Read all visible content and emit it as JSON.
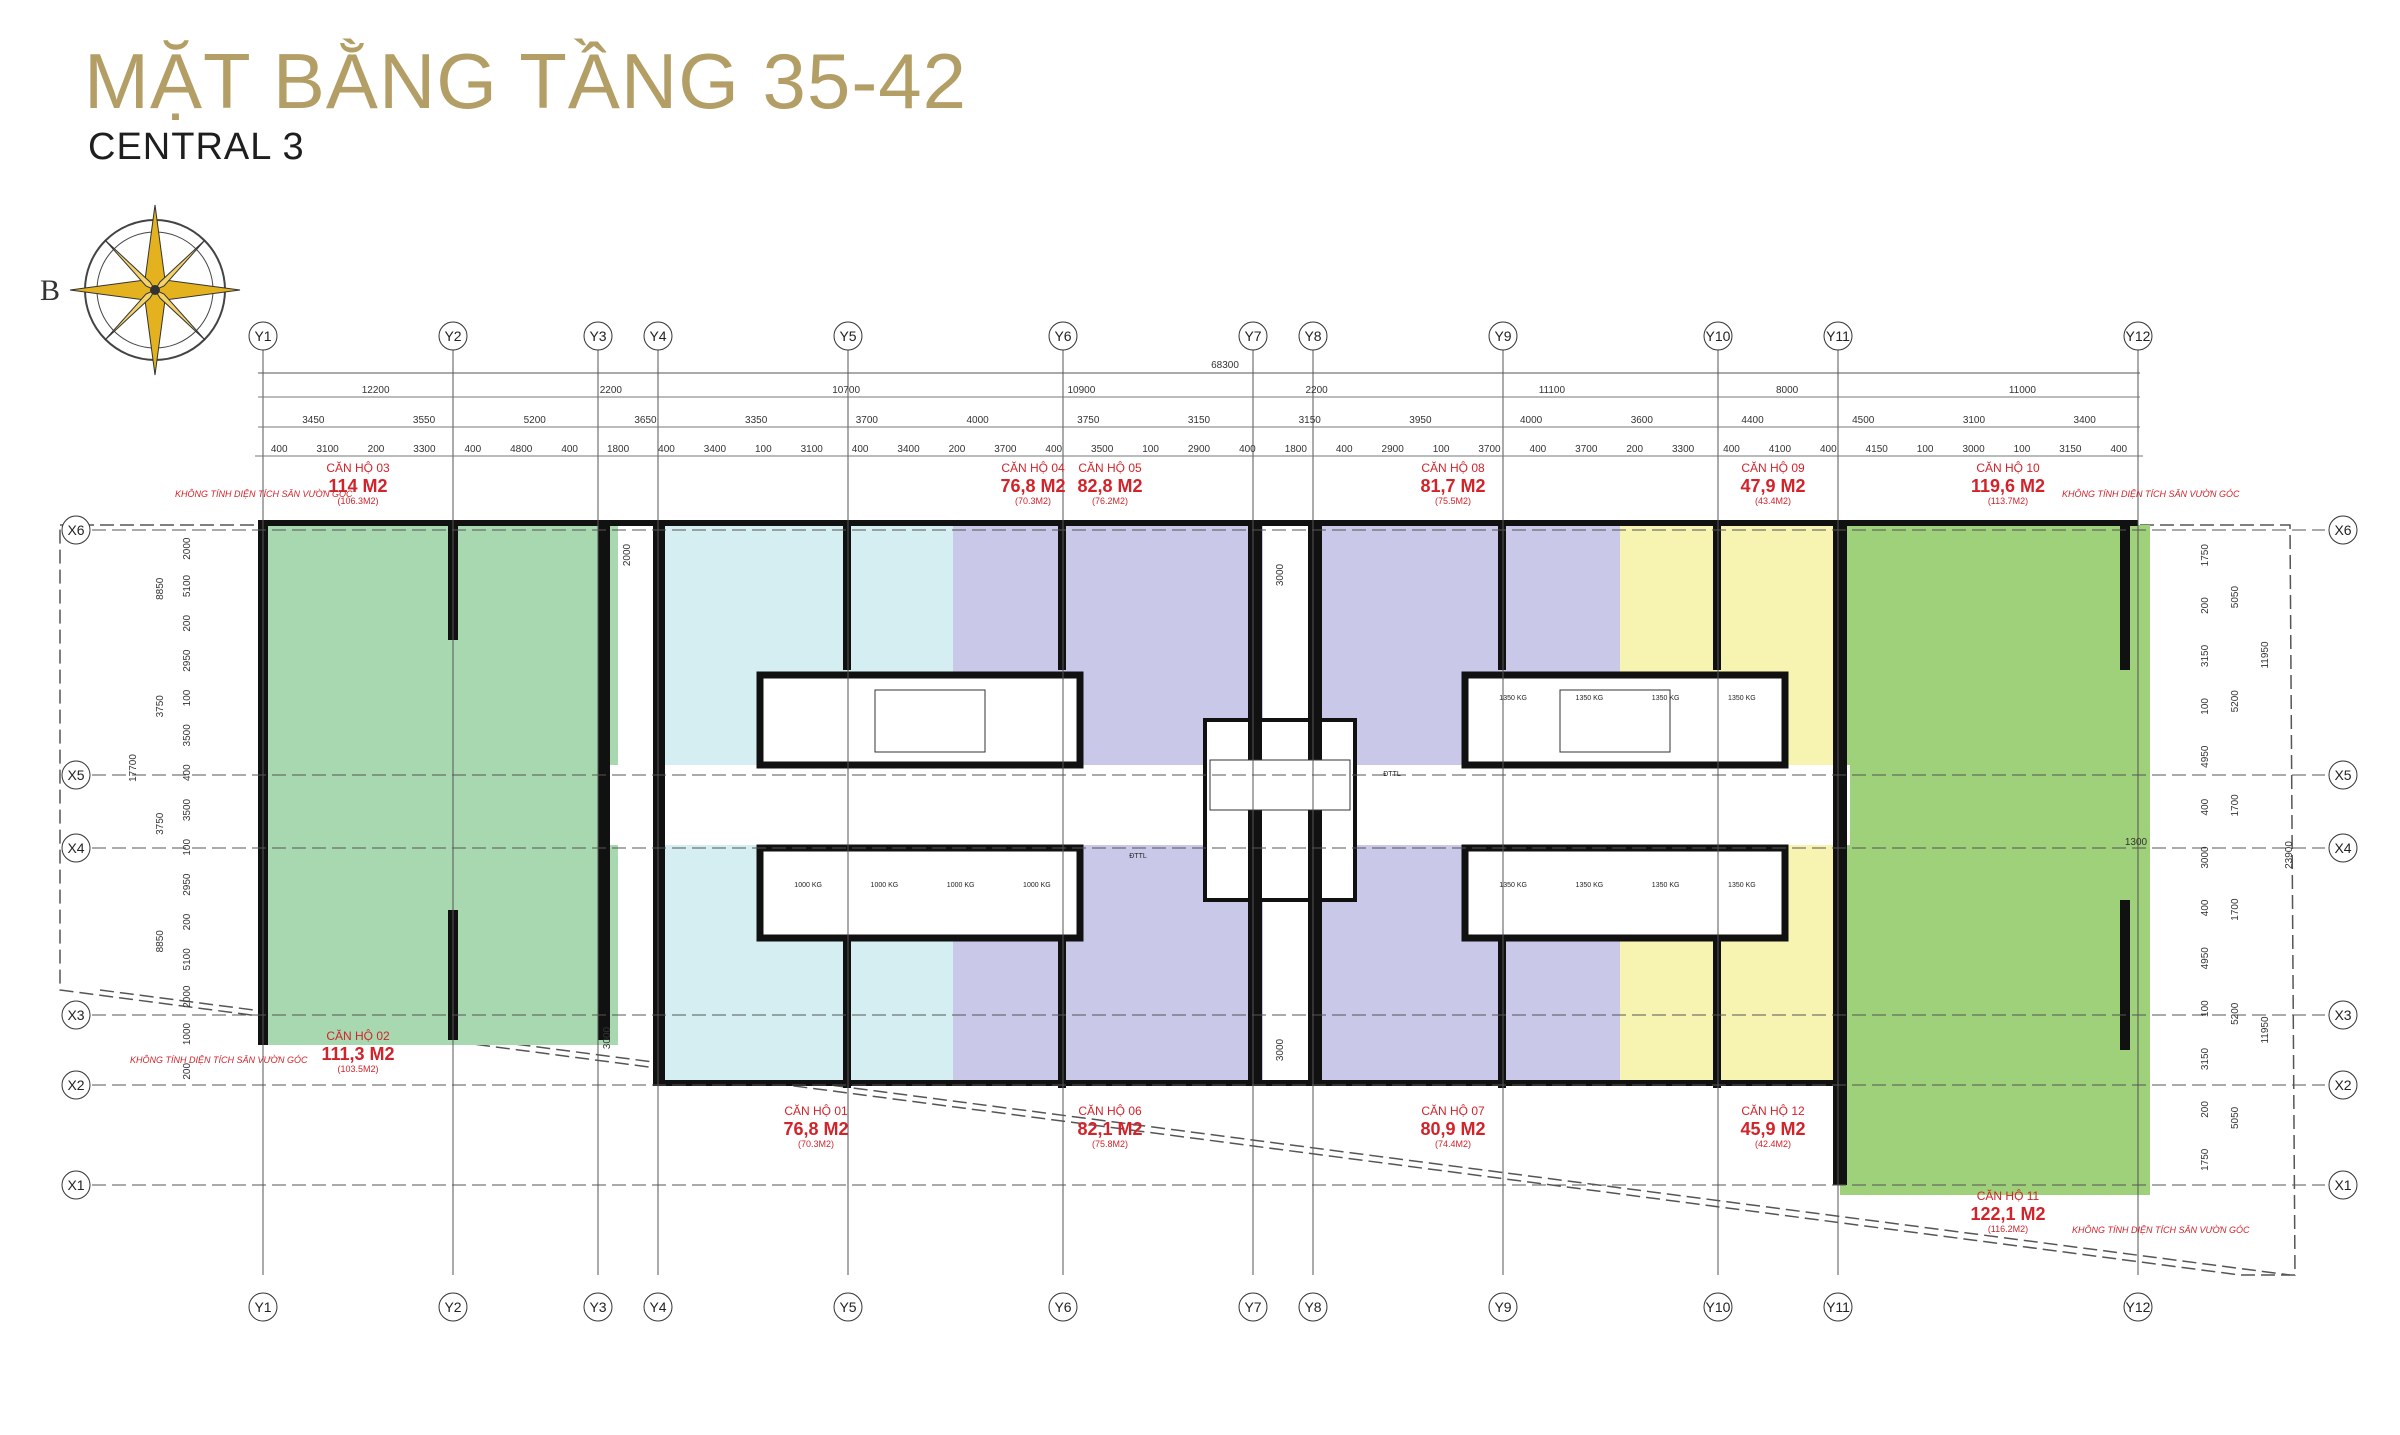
{
  "header": {
    "title": "MẶT BẰNG TẦNG 35-42",
    "subtitle": "CENTRAL 3"
  },
  "compass": {
    "letter": "B",
    "color_gold": "#e3b21e"
  },
  "colors": {
    "green_dark": "#a8d8b0",
    "blue": "#d4eef2",
    "lavender": "#c9c8e8",
    "yellow": "#f7f3b0",
    "green_light": "#9fd07a",
    "red": "#d2232a",
    "title_gold": "#b39e66"
  },
  "axes": {
    "y": [
      "Y1",
      "Y2",
      "Y3",
      "Y4",
      "Y5",
      "Y6",
      "Y7",
      "Y8",
      "Y9",
      "Y10",
      "Y11",
      "Y12"
    ],
    "x": [
      "X6",
      "X5",
      "X4",
      "X3",
      "X2",
      "X1"
    ]
  },
  "dimensions": {
    "total": "68300",
    "row1": [
      "12200",
      "2200",
      "10700",
      "10900",
      "2200",
      "11100",
      "8000",
      "11000"
    ],
    "row2": [
      "3450",
      "3550",
      "5200",
      "3650",
      "3350",
      "3700",
      "4000",
      "3750",
      "3150",
      "3150",
      "3950",
      "4000",
      "3600",
      "4400",
      "4500",
      "3100",
      "3400"
    ],
    "row3": [
      "400",
      "3100",
      "200",
      "3300",
      "400",
      "4800",
      "400",
      "1800",
      "400",
      "3400",
      "100",
      "3100",
      "400",
      "3400",
      "200",
      "3700",
      "400",
      "3500",
      "100",
      "2900",
      "400",
      "1800",
      "400",
      "2900",
      "100",
      "3700",
      "400",
      "3700",
      "200",
      "3300",
      "400",
      "4100",
      "400",
      "4150",
      "100",
      "3000",
      "100",
      "3150",
      "400"
    ],
    "left1": [
      "8850",
      "3750",
      "3750",
      "8850"
    ],
    "left2": [
      "2000",
      "5100",
      "200",
      "2950",
      "100",
      "3500",
      "400",
      "3500",
      "100",
      "2950",
      "200",
      "5100",
      "2000",
      "1000",
      "200"
    ],
    "left_total": "17700",
    "right1": [
      "1750",
      "200",
      "3150",
      "100",
      "4950",
      "400",
      "3000",
      "400",
      "4950",
      "100",
      "3150",
      "200",
      "1750"
    ],
    "right2": [
      "5050",
      "5200",
      "1700",
      "1700",
      "5200",
      "5050"
    ],
    "right_total1": "11950",
    "right_total2": "23900",
    "right_total3": "11950",
    "misc": [
      "2000",
      "3000",
      "3000",
      "1300",
      "3000"
    ]
  },
  "apartments": [
    {
      "name": "CĂN HỘ 03",
      "area": "114 M2",
      "sub": "(106.3M2)"
    },
    {
      "name": "CĂN HỘ 04",
      "area": "76,8 M2",
      "sub": "(70.3M2)"
    },
    {
      "name": "CĂN HỘ 05",
      "area": "82,8 M2",
      "sub": "(76.2M2)"
    },
    {
      "name": "CĂN HỘ 08",
      "area": "81,7 M2",
      "sub": "(75.5M2)"
    },
    {
      "name": "CĂN HỘ 09",
      "area": "47,9 M2",
      "sub": "(43.4M2)"
    },
    {
      "name": "CĂN HỘ 10",
      "area": "119,6 M2",
      "sub": "(113.7M2)"
    },
    {
      "name": "CĂN HỘ 02",
      "area": "111,3 M2",
      "sub": "(103.5M2)"
    },
    {
      "name": "CĂN HỘ 01",
      "area": "76,8 M2",
      "sub": "(70.3M2)"
    },
    {
      "name": "CĂN HỘ 06",
      "area": "82,1 M2",
      "sub": "(75.8M2)"
    },
    {
      "name": "CĂN HỘ 07",
      "area": "80,9 M2",
      "sub": "(74.4M2)"
    },
    {
      "name": "CĂN HỘ 12",
      "area": "45,9 M2",
      "sub": "(42.4M2)"
    },
    {
      "name": "CĂN HỘ 11",
      "area": "122,1 M2",
      "sub": "(116.2M2)"
    }
  ],
  "notes": {
    "garden_note": "KHÔNG TÍNH DIỆN TÍCH SÂN VƯỜN GÓC"
  },
  "lifts": {
    "upper_right": [
      "1350 KG",
      "1350 KG",
      "1350 KG",
      "1350 KG"
    ],
    "lower_left": [
      "1000 KG",
      "1000 KG",
      "1000 KG",
      "1000 KG"
    ],
    "lower_right": [
      "1350 KG",
      "1350 KG",
      "1350 KG",
      "1350 KG"
    ],
    "shaft_label": "ĐTTL"
  }
}
